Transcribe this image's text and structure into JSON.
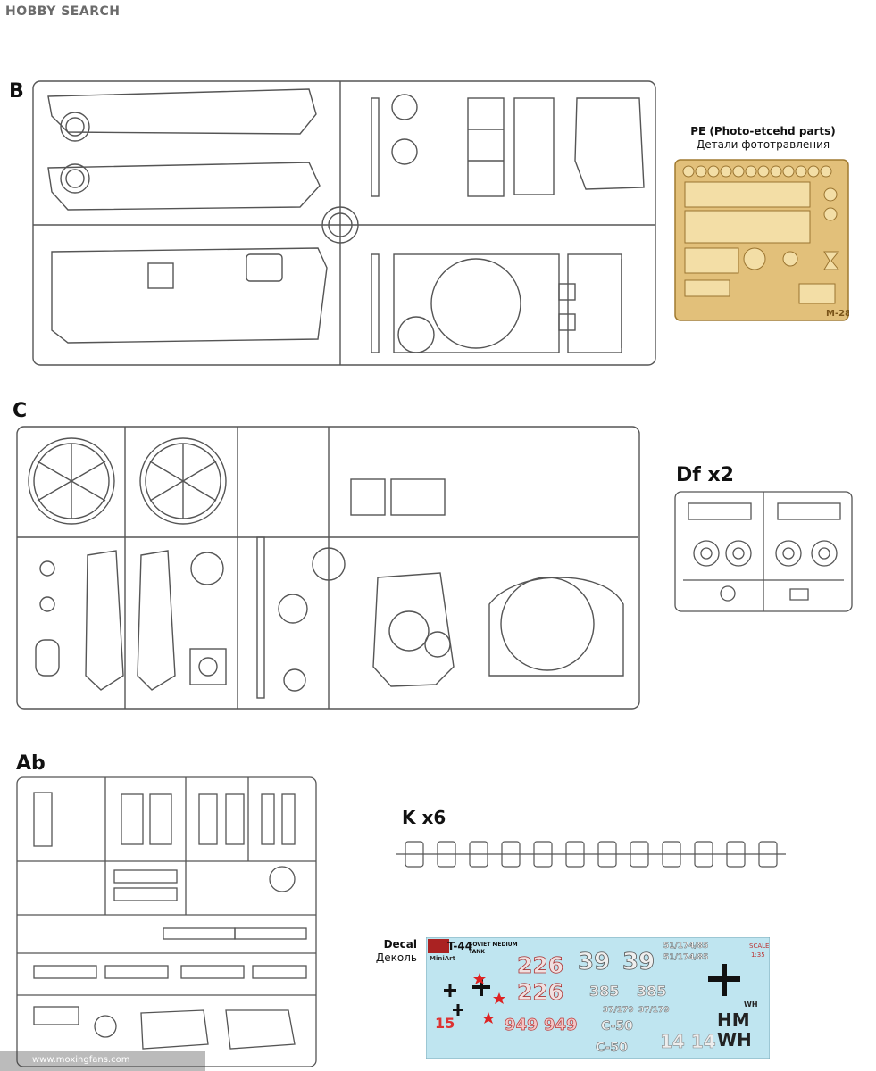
{
  "header": {
    "logo_text": "HOBBY SEARCH"
  },
  "sections": {
    "b": {
      "label": "B"
    },
    "c": {
      "label": "C"
    },
    "ab": {
      "label": "Ab"
    },
    "df": {
      "label": "Df x2"
    },
    "k": {
      "label": "K x6"
    }
  },
  "pe": {
    "title": "PE (Photo-etcehd parts)",
    "subtitle": "Детали фототравления",
    "code": "M-28"
  },
  "decal": {
    "title": "Decal",
    "subtitle": "Деколь",
    "model": "T-44",
    "desc1": "SOVIET MEDIUM",
    "desc2": "TANK",
    "brand": "MiniArt",
    "n226a": "226",
    "n226b": "226",
    "n39a": "39",
    "n39b": "39",
    "n385a": "385",
    "n385b": "385",
    "n949a": "949",
    "n949b": "949",
    "n1414": "14 14",
    "c50a": "C-50",
    "c50b": "C-50",
    "n15": "15",
    "serial1": "51/174/85",
    "serial2": "51/174/85",
    "serial3": "37/179",
    "serial4": "37/179",
    "hm": "HM",
    "wh": "WH",
    "wh_small": "WH",
    "scale": "SCALE",
    "scale_val": "1:35"
  },
  "watermark": "www.moxingfans.com",
  "colors": {
    "sprue": "#5a5a5a",
    "pe_gold": "#e2c07a",
    "decal_bg": "#bfe5f0"
  }
}
